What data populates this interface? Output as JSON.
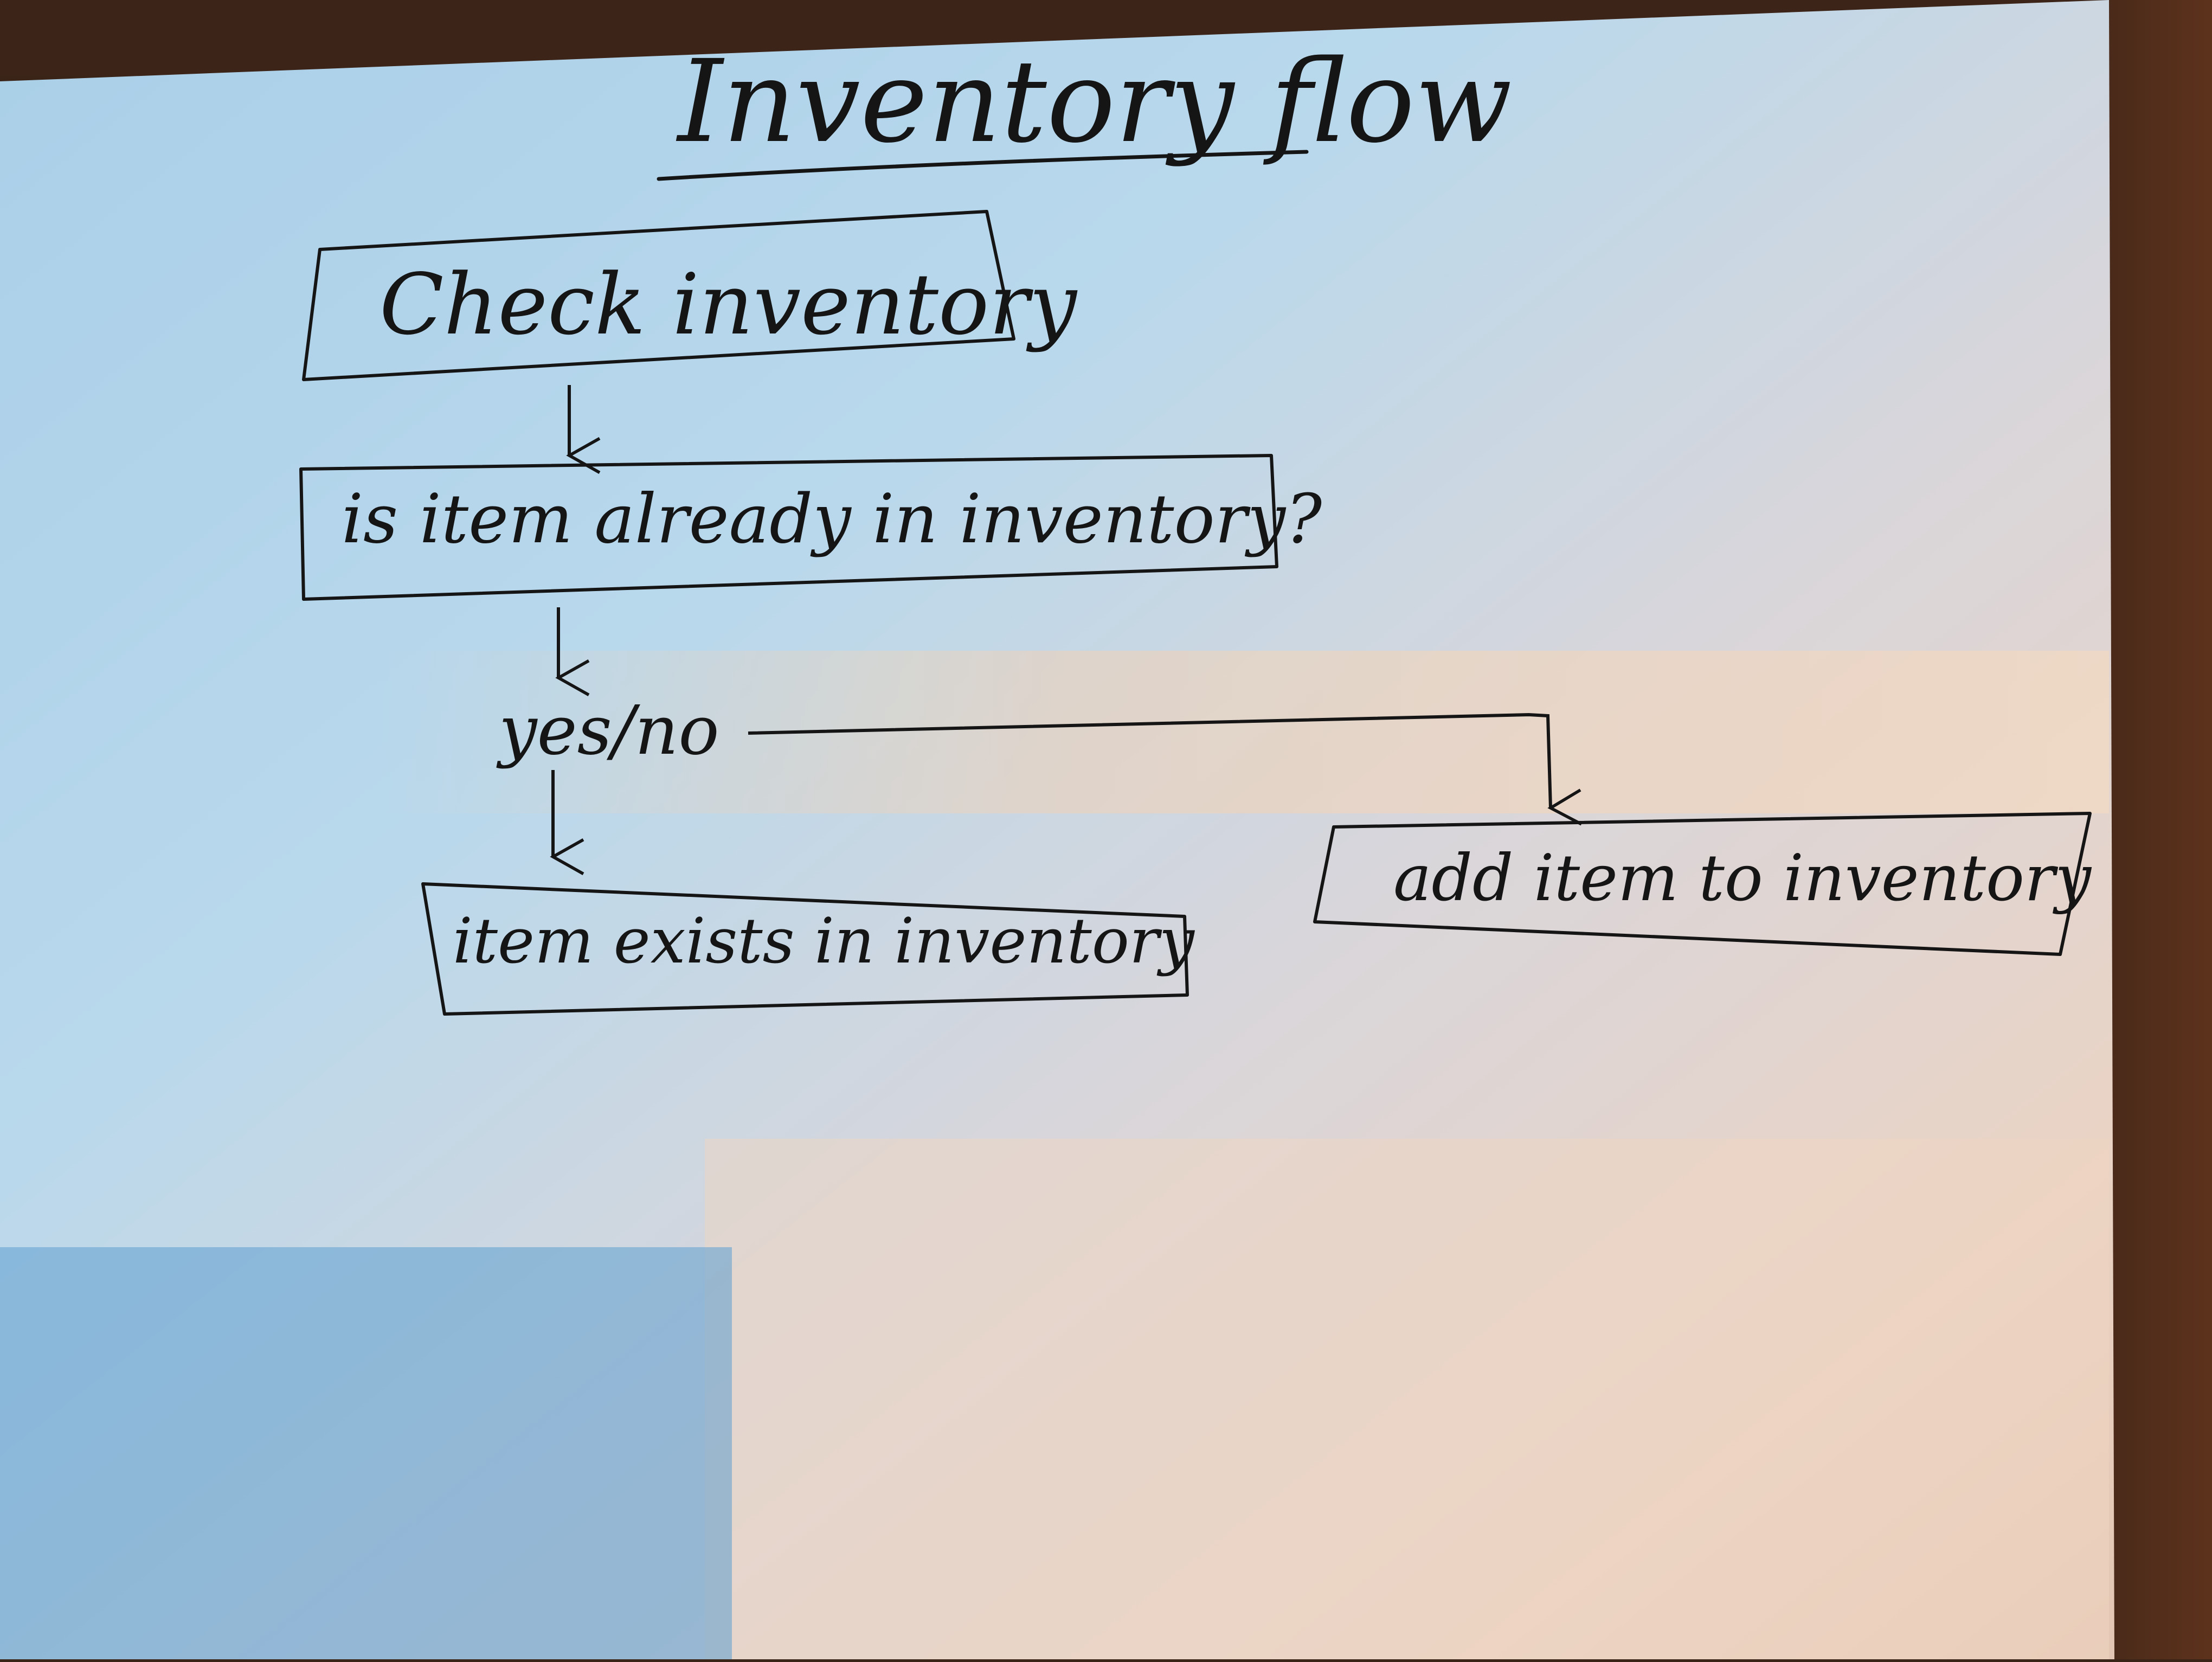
{
  "diagram": {
    "title": "Inventory flow",
    "nodes": [
      {
        "id": "check",
        "label": "Check inventory",
        "shape": "box"
      },
      {
        "id": "question",
        "label": "is item already in inventory?",
        "shape": "box"
      },
      {
        "id": "decision",
        "label": "yes/no",
        "shape": "text"
      },
      {
        "id": "exists",
        "label": "item exists in inventory",
        "shape": "box"
      },
      {
        "id": "add",
        "label": "add item to inventory",
        "shape": "box"
      }
    ],
    "edges": [
      {
        "from": "check",
        "to": "question"
      },
      {
        "from": "question",
        "to": "decision"
      },
      {
        "from": "decision",
        "to": "exists"
      },
      {
        "from": "decision",
        "to": "add"
      }
    ]
  },
  "colors": {
    "ink": "#151515",
    "paper_blue": "#9ec6e2",
    "paper_warm": "#ecd2bf",
    "wood": "#3a2418"
  }
}
